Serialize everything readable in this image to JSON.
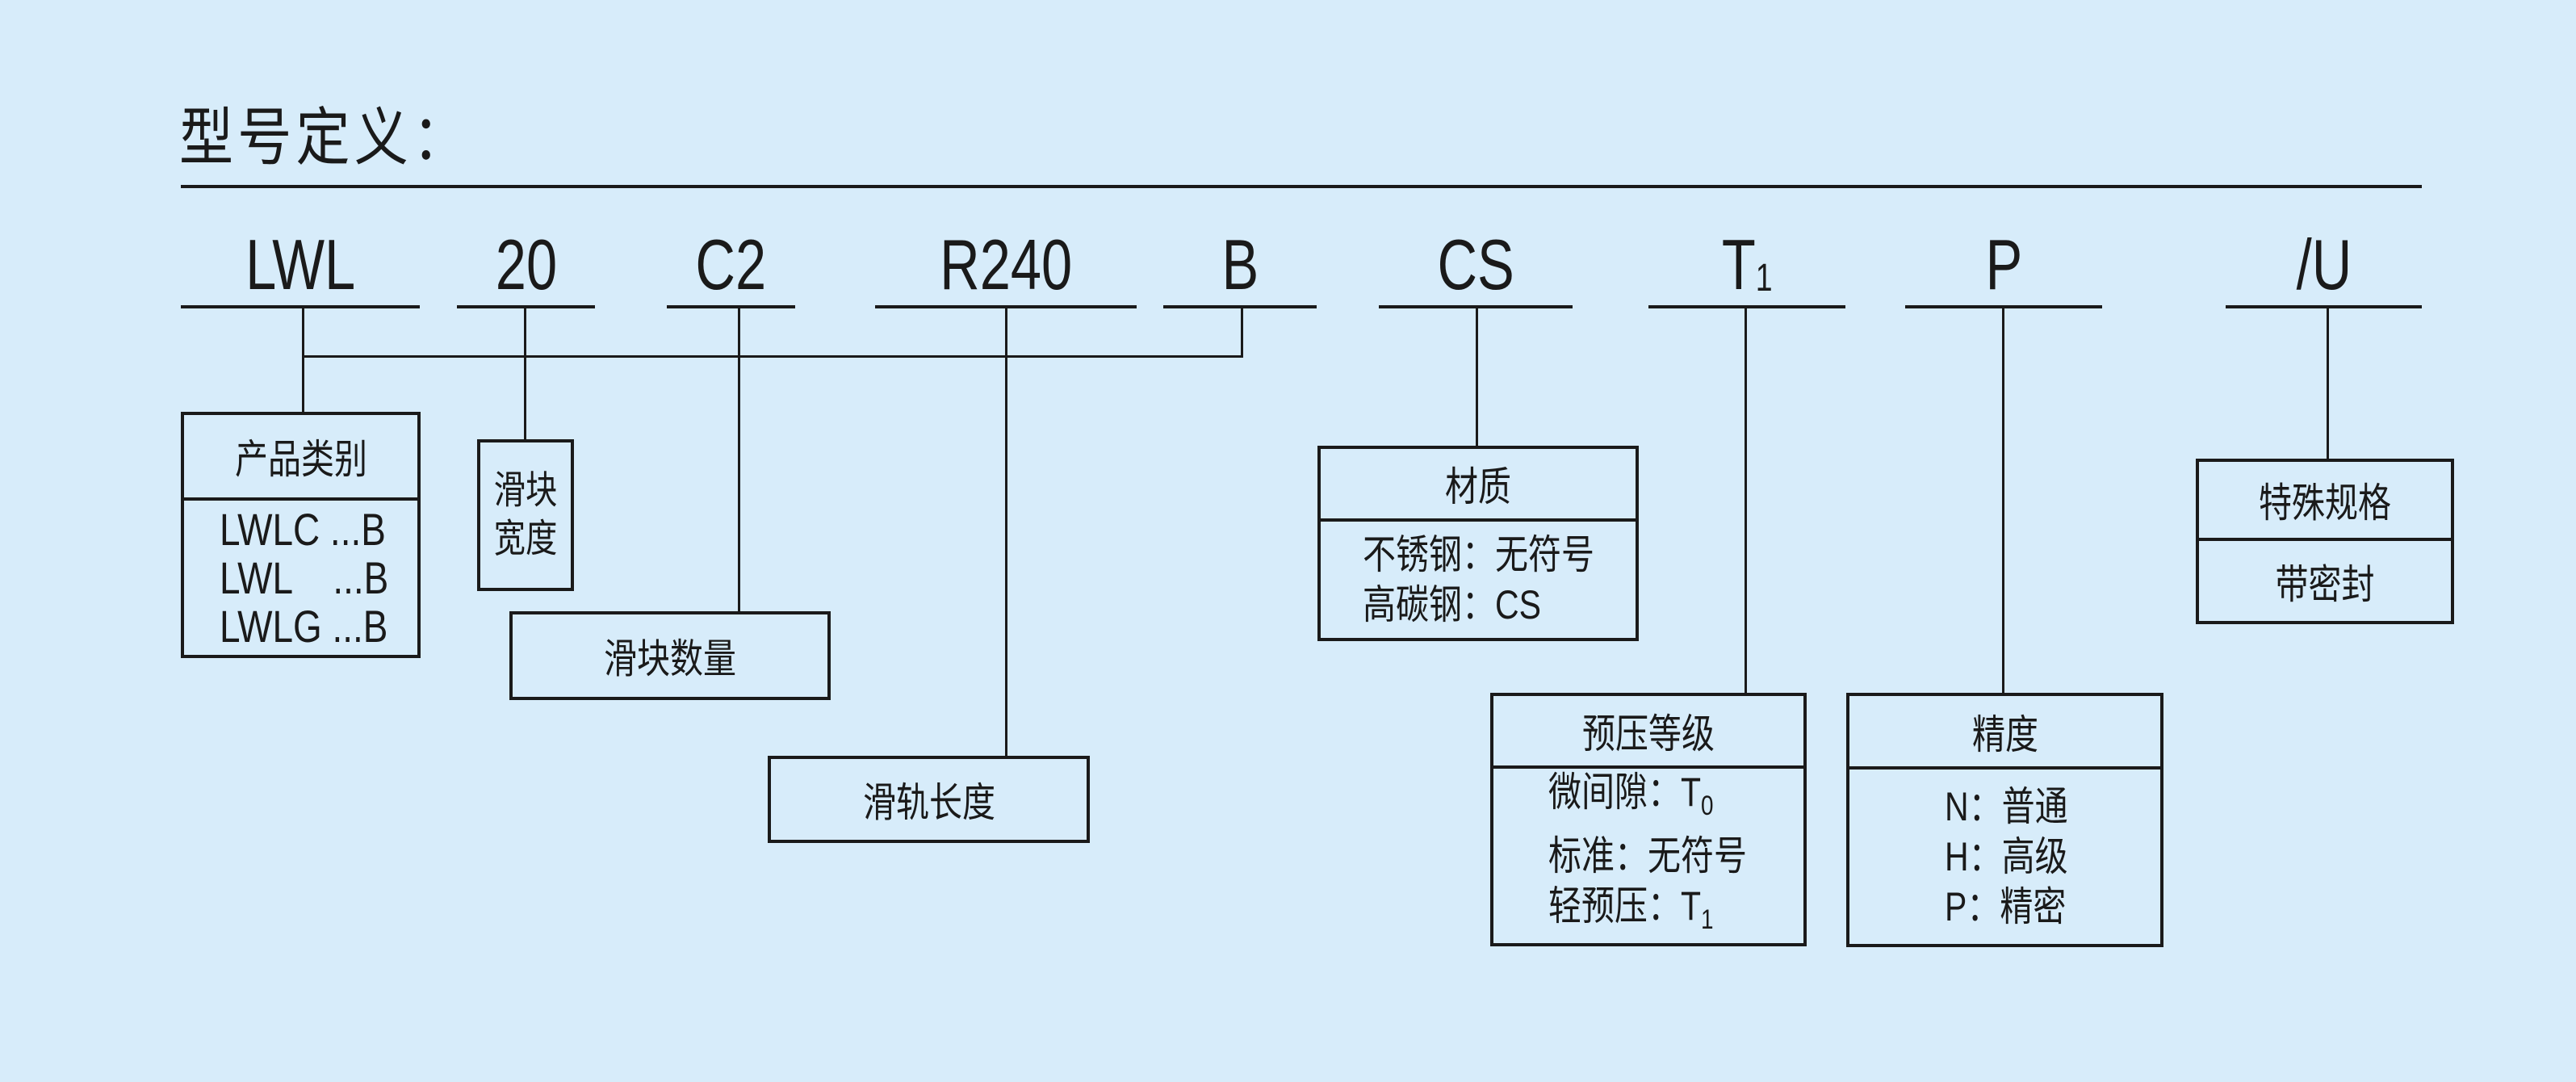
{
  "title": "型号定义：",
  "colors": {
    "background": "#d7ecfa",
    "ink": "#1a1a1a"
  },
  "segments": [
    {
      "code": "LWL"
    },
    {
      "code": "20"
    },
    {
      "code": "C2"
    },
    {
      "code": "R240"
    },
    {
      "code": "B"
    },
    {
      "code": "CS"
    },
    {
      "code": "T",
      "sub": "1"
    },
    {
      "code": "P"
    },
    {
      "code": "/U"
    }
  ],
  "boxes": {
    "product_category": {
      "title": "产品类别",
      "items": [
        "LWLC ...B",
        "LWL    ...B",
        "LWLG ...B"
      ]
    },
    "slider_width": {
      "lines": [
        "滑块",
        "宽度"
      ]
    },
    "slider_quantity": {
      "label": "滑块数量"
    },
    "rail_length": {
      "label": "滑轨长度"
    },
    "material": {
      "title": "材质",
      "items": [
        "不锈钢：无符号",
        "高碳钢：CS"
      ]
    },
    "preload": {
      "title": "预压等级",
      "items": [
        {
          "label": "微间隙：T",
          "sub": "0"
        },
        {
          "label": "标准：无符号",
          "sub": ""
        },
        {
          "label": "轻预压：T",
          "sub": "1"
        }
      ]
    },
    "precision": {
      "title": "精度",
      "items": [
        "N：普通",
        "H：高级",
        "P：精密"
      ]
    },
    "special": {
      "title": "特殊规格",
      "items": [
        "带密封"
      ]
    }
  }
}
